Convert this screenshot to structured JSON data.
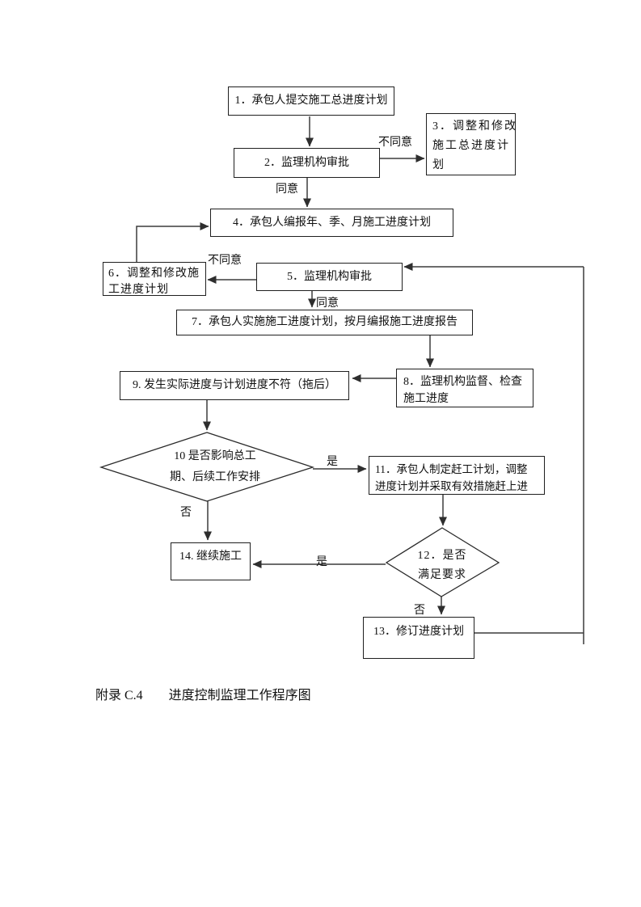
{
  "document": {
    "caption": "附录 C.4　　进度控制监理工作程序图"
  },
  "flowchart": {
    "nodes": {
      "n1": {
        "text": "1．承包人提交施工总进度计划"
      },
      "n2": {
        "text": "2．监理机构审批"
      },
      "n3": {
        "lines": [
          "3．调整和修改",
          "施工总进度计",
          "划"
        ]
      },
      "n4": {
        "text": "4．承包人编报年、季、月施工进度计划"
      },
      "n5": {
        "text": "5．监理机构审批"
      },
      "n6": {
        "lines": [
          "6．调整和修改施",
          "工进度计划"
        ]
      },
      "n7": {
        "text": "7．承包人实施施工进度计划，按月编报施工进度报告"
      },
      "n8": {
        "lines": [
          "8．监理机构监督、检查",
          "施工进度"
        ]
      },
      "n9": {
        "text": "9. 发生实际进度与计划进度不符（拖后）"
      },
      "n10": {
        "lines": [
          "10 是否影响总工",
          "期、后续工作安排"
        ]
      },
      "n11": {
        "lines": [
          "11．承包人制定赶工计划，调整",
          "进度计划并采取有效措施赶上进"
        ]
      },
      "n12": {
        "lines": [
          "12．是否",
          "满足要求"
        ]
      },
      "n13": {
        "text": "13．修订进度计划"
      },
      "n14": {
        "text": "14. 继续施工"
      }
    },
    "edge_labels": {
      "disagree_top": "不同意",
      "agree_top": "同意",
      "disagree_mid": "不同意",
      "agree_mid": "同意",
      "yes_10": "是",
      "no_10": "否",
      "yes_12": "是",
      "no_12": "否"
    },
    "colors": {
      "line": "#3c3c3c",
      "border": "#1f1f1f",
      "text": "#111111",
      "page_bg": "#ffffff"
    }
  }
}
